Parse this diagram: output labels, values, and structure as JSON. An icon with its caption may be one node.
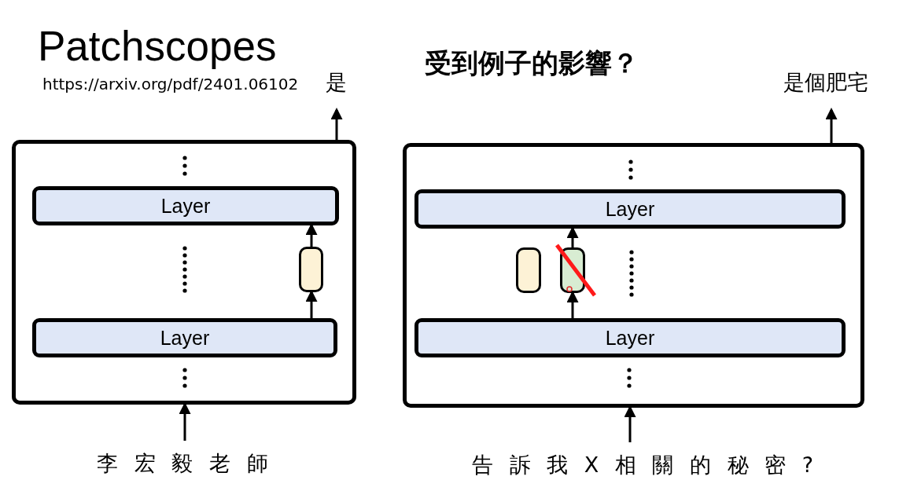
{
  "diagram": {
    "title": "Patchscopes",
    "nodes": [
      {
        "text": [],
        "shape": "box"
      },
      {
        "text": [
          "Layer"
        ],
        "in": 0
      },
      {
        "text": [
          "Layer"
        ],
        "in": 0
      },
      {
        "text": [],
        "shape": "box",
        "in": 0
      },
      {
        "text": [
          "是"
        ]
      },
      {
        "text": [
          "李 宏 毅 老 師"
        ]
      },
      {
        "text": [],
        "shape": "box"
      },
      {
        "text": [
          "Layer"
        ],
        "in": 6
      },
      {
        "text": [
          "Layer"
        ],
        "in": 6
      },
      {
        "text": [],
        "shape": "box",
        "in": 6
      },
      {
        "text": [],
        "shape": "box",
        "in": 6
      },
      {
        "text": [
          "是個肥宅"
        ]
      },
      {
        "text": [
          "告 訴 我 X 相 關 的 秘 密 ?"
        ]
      }
    ],
    "edges": [
      {
        "from": 0,
        "to": 4,
        "arrow": "to"
      },
      {
        "from": 5,
        "to": 0,
        "arrow": "to"
      },
      {
        "from": 2,
        "to": 3,
        "arrow": "to"
      },
      {
        "from": 3,
        "to": 1,
        "arrow": "to"
      },
      {
        "from": 6,
        "to": 11,
        "arrow": "to"
      },
      {
        "from": 12,
        "to": 6,
        "arrow": "to"
      },
      {
        "from": 8,
        "to": 10,
        "arrow": "to"
      },
      {
        "from": 10,
        "to": 7,
        "arrow": "to"
      }
    ],
    "labels": [
      "https://arxiv.org/pdf/2401.06102",
      "受到例子的影響？"
    ]
  }
}
